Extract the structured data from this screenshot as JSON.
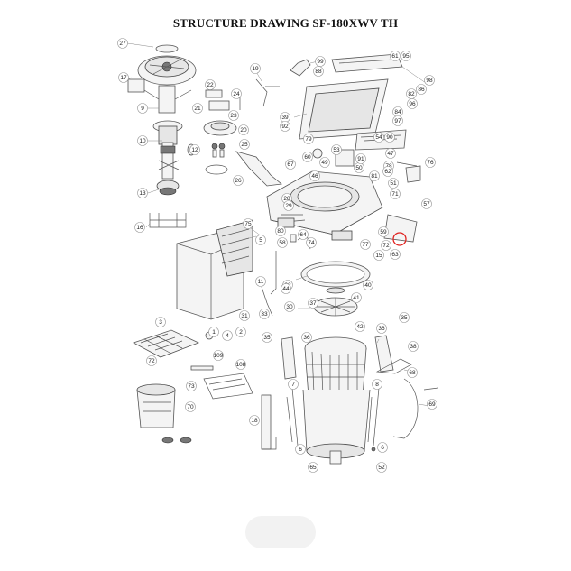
{
  "title": "STRUCTURE DRAWING SF-180XWV TH",
  "highlight_color": "#e0221f",
  "callouts": [
    {
      "label": "27"
    },
    {
      "label": "17"
    },
    {
      "label": "9"
    },
    {
      "label": "10"
    },
    {
      "label": "12"
    },
    {
      "label": "13"
    },
    {
      "label": "16"
    },
    {
      "label": "22"
    },
    {
      "label": "21"
    },
    {
      "label": "24"
    },
    {
      "label": "23"
    },
    {
      "label": "19"
    },
    {
      "label": "20"
    },
    {
      "label": "25"
    },
    {
      "label": "26"
    },
    {
      "label": "99"
    },
    {
      "label": "88"
    },
    {
      "label": "61"
    },
    {
      "label": "95"
    },
    {
      "label": "98"
    },
    {
      "label": "86"
    },
    {
      "label": "82"
    },
    {
      "label": "96"
    },
    {
      "label": "39"
    },
    {
      "label": "92"
    },
    {
      "label": "84"
    },
    {
      "label": "97"
    },
    {
      "label": "79"
    },
    {
      "label": "53"
    },
    {
      "label": "54"
    },
    {
      "label": "90"
    },
    {
      "label": "47"
    },
    {
      "label": "78"
    },
    {
      "label": "76"
    },
    {
      "label": "67"
    },
    {
      "label": "60"
    },
    {
      "label": "46"
    },
    {
      "label": "50"
    },
    {
      "label": "81"
    },
    {
      "label": "51"
    },
    {
      "label": "71"
    },
    {
      "label": "57"
    },
    {
      "label": "75"
    },
    {
      "label": "5"
    },
    {
      "label": "80"
    },
    {
      "label": "64"
    },
    {
      "label": "58"
    },
    {
      "label": "74"
    },
    {
      "label": "77"
    },
    {
      "label": "59"
    },
    {
      "label": "72"
    },
    {
      "label": "63"
    },
    {
      "label": "15"
    },
    {
      "label": "11"
    },
    {
      "label": "32"
    },
    {
      "label": "44"
    },
    {
      "label": "40"
    },
    {
      "label": "41"
    },
    {
      "label": "37"
    },
    {
      "label": "2"
    },
    {
      "label": "31"
    },
    {
      "label": "33"
    },
    {
      "label": "30"
    },
    {
      "label": "3"
    },
    {
      "label": "4"
    },
    {
      "label": "1"
    },
    {
      "label": "42"
    },
    {
      "label": "36"
    },
    {
      "label": "35"
    },
    {
      "label": "72"
    },
    {
      "label": "109"
    },
    {
      "label": "35"
    },
    {
      "label": "36"
    },
    {
      "label": "108"
    },
    {
      "label": "38"
    },
    {
      "label": "68"
    },
    {
      "label": "73"
    },
    {
      "label": "69"
    },
    {
      "label": "70"
    },
    {
      "label": "7"
    },
    {
      "label": "8"
    },
    {
      "label": "18"
    },
    {
      "label": "6"
    },
    {
      "label": "6"
    },
    {
      "label": "65"
    },
    {
      "label": "52"
    },
    {
      "label": "28"
    },
    {
      "label": "29"
    },
    {
      "label": "49"
    },
    {
      "label": "91"
    },
    {
      "label": "62"
    }
  ]
}
